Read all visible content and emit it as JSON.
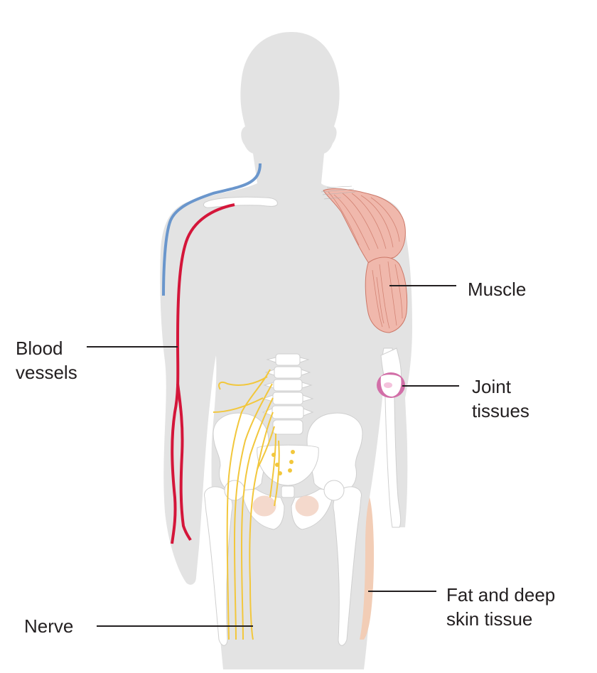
{
  "labels": {
    "muscle": "Muscle",
    "joint": [
      "Joint",
      "tissues"
    ],
    "blood_vessels": [
      "Blood",
      "vessels"
    ],
    "fat": [
      "Fat and deep",
      "skin tissue"
    ],
    "nerve": "Nerve"
  },
  "colors": {
    "body": "#e3e3e3",
    "bone": "#ffffff",
    "bone_outline": "#cfcfcf",
    "artery": "#d4163a",
    "vein": "#6a96cc",
    "nerve": "#f2c73c",
    "muscle": "#f0b8ac",
    "muscle_stripe": "#cc7868",
    "joint": "#d26fa8",
    "fat": "#f2cdb6",
    "leader_line": "#231f20"
  }
}
